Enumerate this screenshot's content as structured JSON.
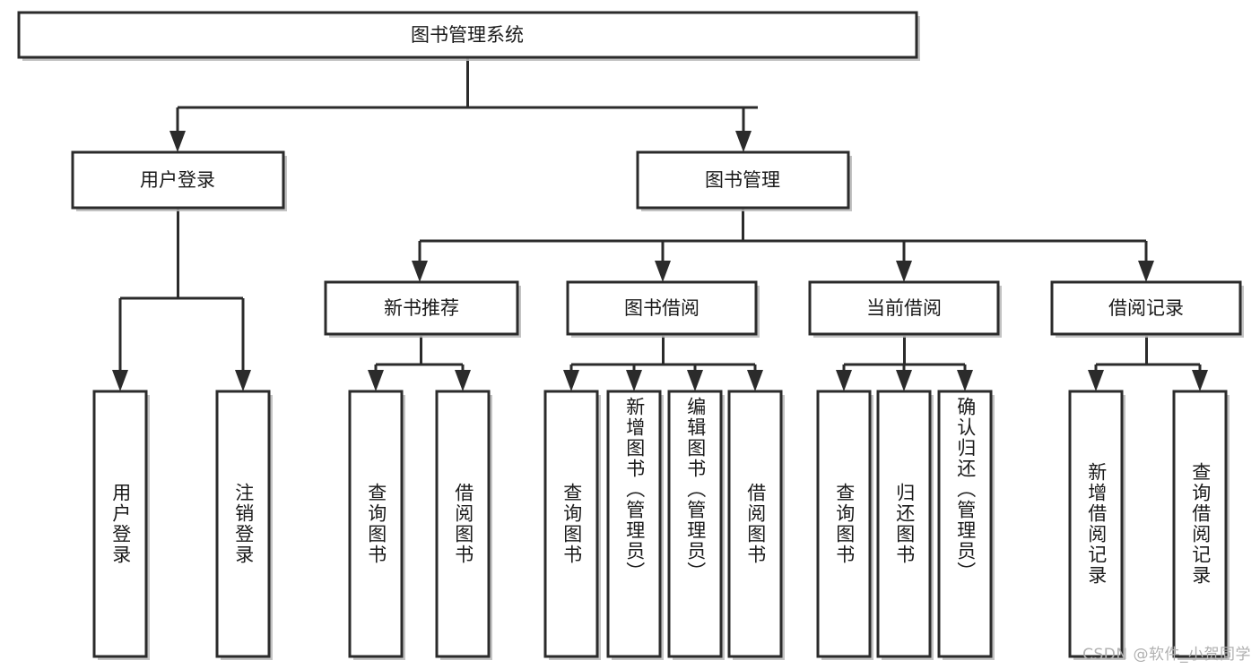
{
  "diagram": {
    "title": "图书管理系统",
    "type": "tree-hierarchy",
    "root": {
      "label": "图书管理系统"
    },
    "level1": [
      {
        "label": "用户登录"
      },
      {
        "label": "图书管理"
      }
    ],
    "level2": [
      {
        "label": "新书推荐"
      },
      {
        "label": "图书借阅"
      },
      {
        "label": "当前借阅"
      },
      {
        "label": "借阅记录"
      }
    ],
    "leaves": {
      "user_login": [
        {
          "label": "用户登录"
        },
        {
          "label": "注销登录"
        }
      ],
      "new_book_recommend": [
        {
          "label": "查询图书"
        },
        {
          "label": "借阅图书"
        }
      ],
      "book_borrow": [
        {
          "label": "查询图书"
        },
        {
          "label": "新增图书（管理员）"
        },
        {
          "label": "编辑图书（管理员）"
        },
        {
          "label": "借阅图书"
        }
      ],
      "current_borrow": [
        {
          "label": "查询图书"
        },
        {
          "label": "归还图书"
        },
        {
          "label": "确认归还（管理员）"
        }
      ],
      "borrow_record": [
        {
          "label": "新增借阅记录"
        },
        {
          "label": "查询借阅记录"
        }
      ]
    }
  },
  "watermark": {
    "text": "CSDN @软件_小贺同学"
  },
  "colors": {
    "box_stroke": "#2b2b2b",
    "box_fill": "#ffffff",
    "shadow": "#b9b9b9",
    "text": "#1a1a1a",
    "watermark": "#b0b0b0",
    "background": "#ffffff"
  }
}
